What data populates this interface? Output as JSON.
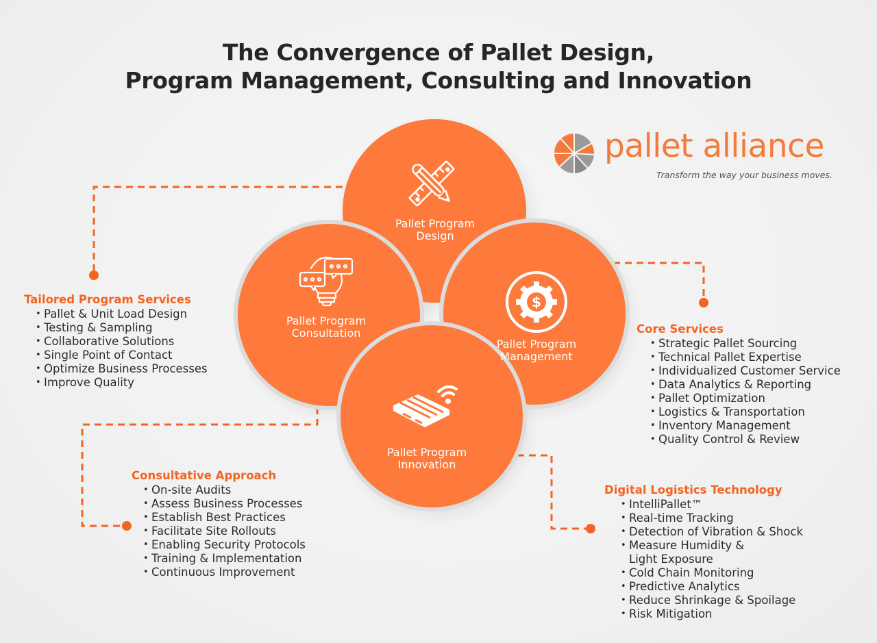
{
  "title": {
    "line1": "The Convergence of Pallet Design,",
    "line2": "Program Management, Consulting and Innovation"
  },
  "logo": {
    "name": "pallet alliance",
    "tagline": "Transform the way your business moves.",
    "icon": "segmented-circle-logo-icon"
  },
  "colors": {
    "accent": "#f26522",
    "circle_fill": "#fd7a3c",
    "circle_border": "#dcdcdc",
    "text_dark": "#2b2b2b",
    "background": "#f3f3f3"
  },
  "circles": [
    {
      "id": "design",
      "line1": "Pallet Program",
      "line2": "Design",
      "icon": "pencil-ruler-icon"
    },
    {
      "id": "consultation",
      "line1": "Pallet Program",
      "line2": "Consultation",
      "icon": "lightbulb-chat-icon"
    },
    {
      "id": "management",
      "line1": "Pallet Program",
      "line2": "Management",
      "icon": "gear-dollar-icon"
    },
    {
      "id": "innovation",
      "line1": "Pallet Program",
      "line2": "Innovation",
      "icon": "pallet-wifi-icon"
    }
  ],
  "sections": {
    "tailored": {
      "heading": "Tailored Program Services",
      "items": [
        "Pallet & Unit Load Design",
        "Testing & Sampling",
        "Collaborative Solutions",
        "Single Point of Contact",
        "Optimize Business Processes",
        "Improve Quality"
      ]
    },
    "core": {
      "heading": "Core Services",
      "items": [
        "Strategic Pallet Sourcing",
        "Technical Pallet Expertise",
        "Individualized Customer Service",
        "Data Analytics & Reporting",
        "Pallet Optimization",
        "Logistics & Transportation",
        "Inventory Management",
        "Quality Control & Review"
      ]
    },
    "consultative": {
      "heading": "Consultative Approach",
      "items": [
        "On-site Audits",
        "Assess Business Processes",
        "Establish Best Practices",
        "Facilitate Site Rollouts",
        "Enabling Security Protocols",
        "Training & Implementation",
        "Continuous Improvement"
      ]
    },
    "digital": {
      "heading": "Digital Logistics Technology",
      "items": [
        "IntelliPallet™",
        "Real-time Tracking",
        "Detection of Vibration & Shock",
        "Measure Humidity &",
        "Light Exposure",
        "Cold Chain Monitoring",
        "Predictive Analytics",
        "Reduce Shrinkage & Spoilage",
        "Risk Mitigation"
      ]
    }
  }
}
